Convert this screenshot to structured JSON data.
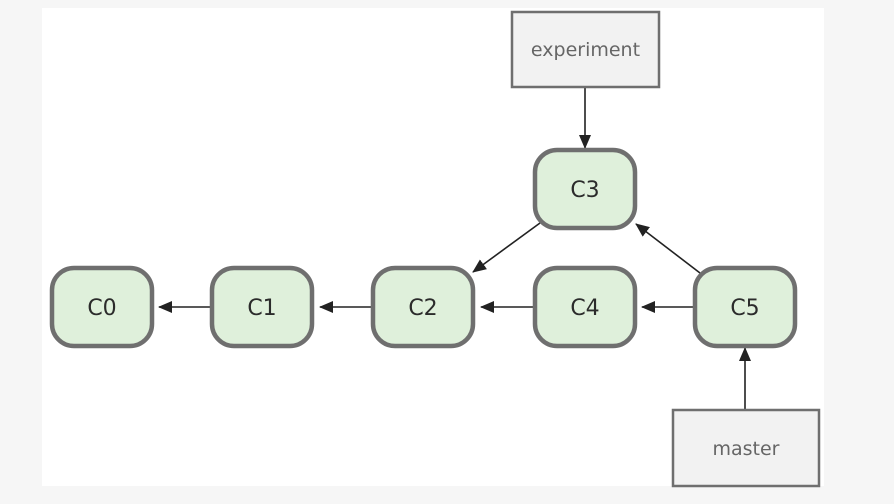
{
  "diagram": {
    "commits": [
      {
        "id": "c0",
        "label": "C0"
      },
      {
        "id": "c1",
        "label": "C1"
      },
      {
        "id": "c2",
        "label": "C2"
      },
      {
        "id": "c4",
        "label": "C4"
      },
      {
        "id": "c5",
        "label": "C5"
      },
      {
        "id": "c3",
        "label": "C3"
      }
    ],
    "branches": [
      {
        "id": "experiment",
        "label": "experiment",
        "points_to": "C3"
      },
      {
        "id": "master",
        "label": "master",
        "points_to": "C5"
      }
    ],
    "edges": [
      {
        "from": "C1",
        "to": "C0"
      },
      {
        "from": "C2",
        "to": "C1"
      },
      {
        "from": "C4",
        "to": "C2"
      },
      {
        "from": "C5",
        "to": "C4"
      },
      {
        "from": "C5",
        "to": "C3"
      },
      {
        "from": "C3",
        "to": "C2"
      }
    ],
    "colors": {
      "commit_fill": "#dff0db",
      "commit_border": "#6f6f6f",
      "branch_fill": "#f2f2f2",
      "arrow": "#222222"
    }
  }
}
